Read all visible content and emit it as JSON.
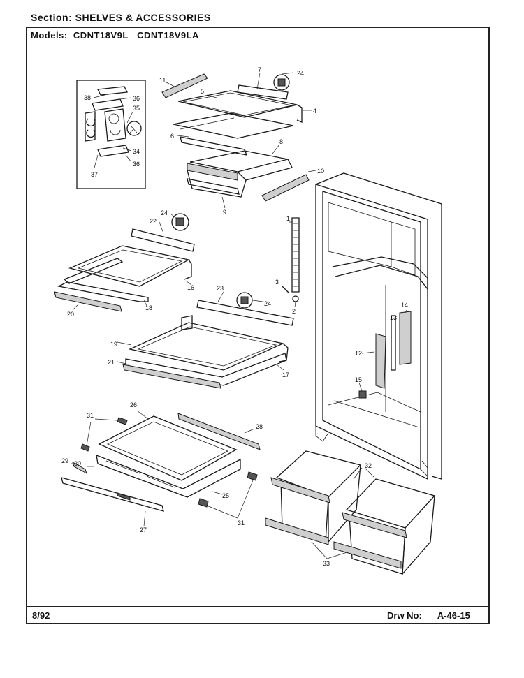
{
  "header": {
    "section_label": "Section:",
    "section_value": "SHELVES & ACCESSORIES",
    "models_label": "Models:",
    "models": [
      "CDNT18V9L",
      "CDNT18V9LA"
    ]
  },
  "footer": {
    "date": "8/92",
    "drawing_label": "Drw No:",
    "drawing_number": "A-46-15"
  },
  "callouts": {
    "c1": "1",
    "c2": "2",
    "c3": "3",
    "c4": "4",
    "c5": "5",
    "c6": "6",
    "c7": "7",
    "c8": "8",
    "c9": "9",
    "c10": "10",
    "c11": "11",
    "c12": "12",
    "c13": "13",
    "c14": "14",
    "c15": "15",
    "c16": "16",
    "c17": "17",
    "c18": "18",
    "c19": "19",
    "c20": "20",
    "c21": "21",
    "c22": "22",
    "c23": "23",
    "c24a": "24",
    "c24b": "24",
    "c24c": "24",
    "c25": "25",
    "c26": "26",
    "c27": "27",
    "c28": "28",
    "c29": "29",
    "c30": "30",
    "c31a": "31",
    "c31b": "31",
    "c32": "32",
    "c33": "33",
    "c34": "34",
    "c35": "35",
    "c36a": "36",
    "c36b": "36",
    "c37": "37",
    "c38": "38"
  }
}
